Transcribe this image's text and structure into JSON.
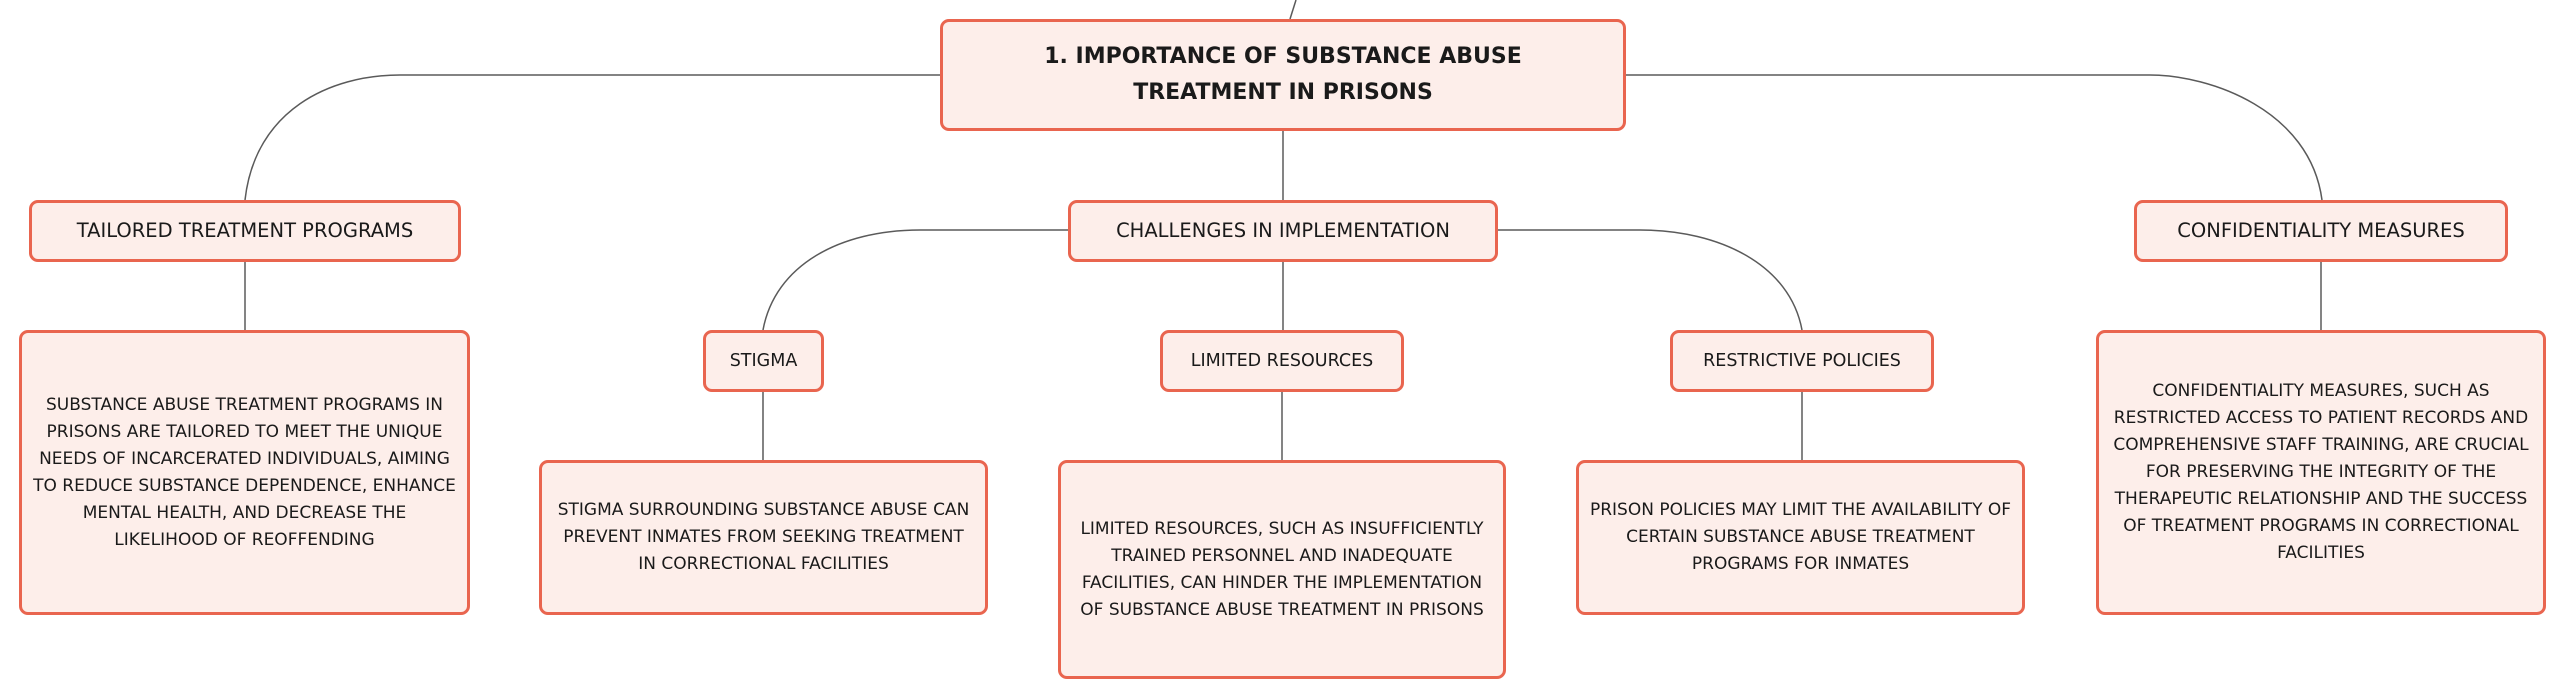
{
  "root": {
    "label": "1. IMPORTANCE OF SUBSTANCE ABUSE TREATMENT IN PRISONS"
  },
  "branches": {
    "tailored": {
      "label": "TAILORED TREATMENT PROGRAMS",
      "detail": "SUBSTANCE ABUSE TREATMENT PROGRAMS IN PRISONS ARE TAILORED TO MEET THE UNIQUE NEEDS OF INCARCERATED INDIVIDUALS, AIMING TO REDUCE SUBSTANCE DEPENDENCE, ENHANCE MENTAL HEALTH, AND DECREASE THE LIKELIHOOD OF REOFFENDING"
    },
    "challenges": {
      "label": "CHALLENGES IN IMPLEMENTATION",
      "stigma": {
        "label": "STIGMA",
        "detail": "STIGMA SURROUNDING SUBSTANCE ABUSE CAN PREVENT INMATES FROM SEEKING TREATMENT IN CORRECTIONAL FACILITIES"
      },
      "resources": {
        "label": "LIMITED RESOURCES",
        "detail": "LIMITED RESOURCES, SUCH AS INSUFFICIENTLY TRAINED PERSONNEL AND INADEQUATE FACILITIES, CAN HINDER THE IMPLEMENTATION OF SUBSTANCE ABUSE TREATMENT IN PRISONS"
      },
      "policies": {
        "label": "RESTRICTIVE POLICIES",
        "detail": "PRISON POLICIES MAY LIMIT THE AVAILABILITY OF CERTAIN SUBSTANCE ABUSE TREATMENT PROGRAMS FOR INMATES"
      }
    },
    "confidentiality": {
      "label": "CONFIDENTIALITY MEASURES",
      "detail": "CONFIDENTIALITY MEASURES, SUCH AS RESTRICTED ACCESS TO PATIENT RECORDS AND COMPREHENSIVE STAFF TRAINING, ARE CRUCIAL FOR PRESERVING THE INTEGRITY OF THE THERAPEUTIC RELATIONSHIP AND THE SUCCESS OF TREATMENT PROGRAMS IN CORRECTIONAL FACILITIES"
    }
  },
  "colors": {
    "node_fill": "#fdeeea",
    "node_border": "#e9654f",
    "connector": "#5a5a5a",
    "text": "#1a1a1a"
  }
}
